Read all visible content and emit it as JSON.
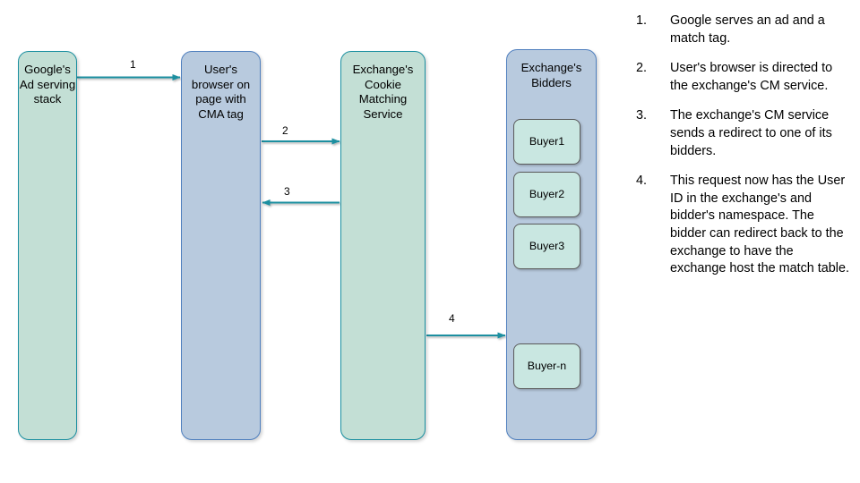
{
  "diagram": {
    "nodes": [
      {
        "id": "ad-serving",
        "label": "Google's\nAd serving\nstack",
        "fill": "#c3dfd5",
        "stroke": "#1a8fa0"
      },
      {
        "id": "browser",
        "label": "User's\nbrowser on\npage with\nCMA tag",
        "fill": "#b8cade",
        "stroke": "#4f7fbe"
      },
      {
        "id": "cms",
        "label": "Exchange's\nCookie\nMatching\nService",
        "fill": "#c3dfd5",
        "stroke": "#1a8fa0"
      },
      {
        "id": "bidders",
        "label": "Exchange's\nBidders",
        "fill": "#b8cade",
        "stroke": "#4f7fbe"
      }
    ],
    "buyers": [
      {
        "id": "buyer-1",
        "label": "Buyer1"
      },
      {
        "id": "buyer-2",
        "label": "Buyer2"
      },
      {
        "id": "buyer-3",
        "label": "Buyer3"
      },
      {
        "id": "buyer-n",
        "label": "Buyer-n"
      }
    ],
    "arrows": [
      {
        "id": "arrow-1",
        "label": "1",
        "from": "ad-serving",
        "to": "browser",
        "direction": "right"
      },
      {
        "id": "arrow-2",
        "label": "2",
        "from": "browser",
        "to": "cms",
        "direction": "right"
      },
      {
        "id": "arrow-3",
        "label": "3",
        "from": "cms",
        "to": "browser",
        "direction": "left"
      },
      {
        "id": "arrow-4",
        "label": "4",
        "from": "cms",
        "to": "bidders",
        "direction": "right"
      }
    ],
    "arrow_color": "#1a8fa0"
  },
  "steps": [
    {
      "number": "1.",
      "text": "Google serves an ad and a match tag."
    },
    {
      "number": "2.",
      "text": "User's browser is directed to the exchange's CM service."
    },
    {
      "number": "3.",
      "text": "The exchange's CM service sends a redirect to one of its bidders."
    },
    {
      "number": "4.",
      "text": "This request now has the User ID in the exchange's and bidder's namespace. The bidder can redirect back to the exchange to have the exchange host the match table."
    }
  ]
}
